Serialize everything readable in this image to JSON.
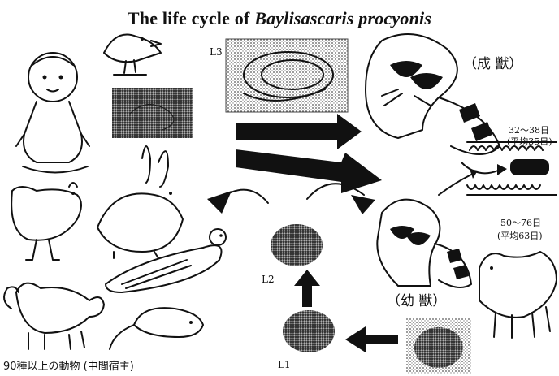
{
  "title": {
    "prefix": "The life cycle of ",
    "species": "Baylisascaris procyonis"
  },
  "labels": {
    "l3": "L3",
    "l2": "L2",
    "l1": "L1",
    "adult_raccoon": "（成 獣）",
    "juvenile_raccoon": "（幼 獣）",
    "adult_days_range": "32～38日",
    "adult_days_avg": "(平均35日)",
    "juvenile_days_range": "50～76日",
    "juvenile_days_avg": "(平均63日)",
    "intermediate_hosts": "90種以上の動物 (中間宿主)"
  },
  "colors": {
    "ink": "#111111",
    "background": "#ffffff"
  }
}
